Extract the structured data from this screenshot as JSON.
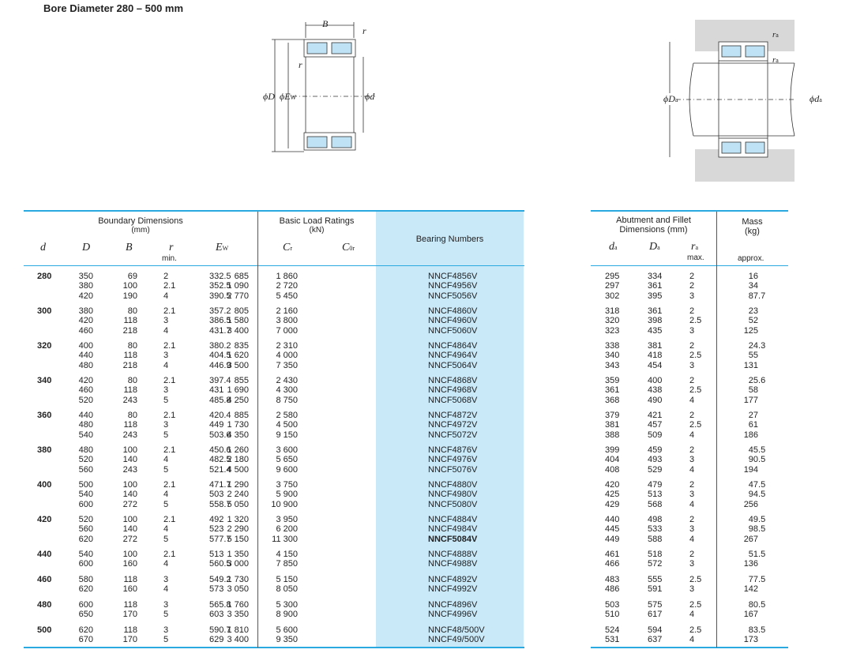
{
  "title": "Bore Diameter  280 – 500 mm",
  "diagram_left": {
    "B": "B",
    "r": "r",
    "D": "ϕD",
    "Ew": "ϕE",
    "Ew_sub": "W",
    "d": "ϕd"
  },
  "diagram_right": {
    "ra": "r",
    "ra_sub": "a",
    "Da": "ϕD",
    "Da_sub": "a",
    "da": "ϕd",
    "da_sub": "a"
  },
  "headers": {
    "boundary": "Boundary Dimensions",
    "boundary_unit": "(mm)",
    "load": "Basic Load Ratings",
    "load_unit": "(kN)",
    "bearing": "Bearing Numbers",
    "abutment": "Abutment and Fillet",
    "abutment2": "Dimensions (mm)",
    "mass": "Mass",
    "mass_unit": "(kg)",
    "d": "d",
    "D": "D",
    "B": "B",
    "r": "r",
    "min": "min.",
    "Ew": "E",
    "Ew_sub": "W",
    "Cr": "C",
    "Cr_sub": "r",
    "Cor": "C",
    "Cor_sub": "0r",
    "da": "d",
    "da_sub": "a",
    "Da": "D",
    "Da_sub": "a",
    "ra": "r",
    "ra_sub": "a",
    "max": "max.",
    "approx": "approx."
  },
  "groups": [
    {
      "d": "280",
      "rows": [
        [
          "350",
          "69",
          "2",
          "332.5",
          "685",
          "1 860",
          "NNCF4856V",
          "295",
          "334",
          "2",
          "16"
        ],
        [
          "380",
          "100",
          "2.1",
          "352.5",
          "1 090",
          "2 720",
          "NNCF4956V",
          "297",
          "361",
          "2",
          "34"
        ],
        [
          "420",
          "190",
          "4",
          "390.5",
          "2 770",
          "5 450",
          "NNCF5056V",
          "302",
          "395",
          "3",
          "87.7"
        ]
      ]
    },
    {
      "d": "300",
      "rows": [
        [
          "380",
          "80",
          "2.1",
          "357.2",
          "805",
          "2 160",
          "NNCF4860V",
          "318",
          "361",
          "2",
          "23"
        ],
        [
          "420",
          "118",
          "3",
          "386.5",
          "1 580",
          "3 800",
          "NNCF4960V",
          "320",
          "398",
          "2.5",
          "52"
        ],
        [
          "460",
          "218",
          "4",
          "431.7",
          "3 400",
          "7 000",
          "NNCF5060V",
          "323",
          "435",
          "3",
          "125"
        ]
      ]
    },
    {
      "d": "320",
      "rows": [
        [
          "400",
          "80",
          "2.1",
          "380.2",
          "835",
          "2 310",
          "NNCF4864V",
          "338",
          "381",
          "2",
          "24.3"
        ],
        [
          "440",
          "118",
          "3",
          "404.5",
          "1 620",
          "4 000",
          "NNCF4964V",
          "340",
          "418",
          "2.5",
          "55"
        ],
        [
          "480",
          "218",
          "4",
          "446.9",
          "3 500",
          "7 350",
          "NNCF5064V",
          "343",
          "454",
          "3",
          "131"
        ]
      ]
    },
    {
      "d": "340",
      "rows": [
        [
          "420",
          "80",
          "2.1",
          "397.4",
          "855",
          "2 430",
          "NNCF4868V",
          "359",
          "400",
          "2",
          "25.6"
        ],
        [
          "460",
          "118",
          "3",
          "431",
          "1 690",
          "4 300",
          "NNCF4968V",
          "361",
          "438",
          "2.5",
          "58"
        ],
        [
          "520",
          "243",
          "5",
          "485.8",
          "4 250",
          "8 750",
          "NNCF5068V",
          "368",
          "490",
          "4",
          "177"
        ]
      ]
    },
    {
      "d": "360",
      "rows": [
        [
          "440",
          "80",
          "2.1",
          "420.4",
          "885",
          "2 580",
          "NNCF4872V",
          "379",
          "421",
          "2",
          "27"
        ],
        [
          "480",
          "118",
          "3",
          "449",
          "1 730",
          "4 500",
          "NNCF4972V",
          "381",
          "457",
          "2.5",
          "61"
        ],
        [
          "540",
          "243",
          "5",
          "503.6",
          "4 350",
          "9 150",
          "NNCF5072V",
          "388",
          "509",
          "4",
          "186"
        ]
      ]
    },
    {
      "d": "380",
      "rows": [
        [
          "480",
          "100",
          "2.1",
          "450.6",
          "1 260",
          "3 600",
          "NNCF4876V",
          "399",
          "459",
          "2",
          "45.5"
        ],
        [
          "520",
          "140",
          "4",
          "482.5",
          "2 180",
          "5 650",
          "NNCF4976V",
          "404",
          "493",
          "3",
          "90.5"
        ],
        [
          "560",
          "243",
          "5",
          "521.4",
          "4 500",
          "9 600",
          "NNCF5076V",
          "408",
          "529",
          "4",
          "194"
        ]
      ]
    },
    {
      "d": "400",
      "rows": [
        [
          "500",
          "100",
          "2.1",
          "471.7",
          "1 290",
          "3 750",
          "NNCF4880V",
          "420",
          "479",
          "2",
          "47.5"
        ],
        [
          "540",
          "140",
          "4",
          "503",
          "2 240",
          "5 900",
          "NNCF4980V",
          "425",
          "513",
          "3",
          "94.5"
        ],
        [
          "600",
          "272",
          "5",
          "558.7",
          "5 050",
          "10 900",
          "NNCF5080V",
          "429",
          "568",
          "4",
          "256"
        ]
      ]
    },
    {
      "d": "420",
      "rows": [
        [
          "520",
          "100",
          "2.1",
          "492",
          "1 320",
          "3 950",
          "NNCF4884V",
          "440",
          "498",
          "2",
          "49.5"
        ],
        [
          "560",
          "140",
          "4",
          "523",
          "2 290",
          "6 200",
          "NNCF4984V",
          "445",
          "533",
          "3",
          "98.5"
        ],
        [
          "620",
          "272",
          "5",
          "577.7",
          "5 150",
          "11 300",
          "NNCF5084V",
          "449",
          "588",
          "4",
          "267"
        ]
      ],
      "bold_row": 2
    },
    {
      "d": "440",
      "rows": [
        [
          "540",
          "100",
          "2.1",
          "513",
          "1 350",
          "4 150",
          "NNCF4888V",
          "461",
          "518",
          "2",
          "51.5"
        ],
        [
          "600",
          "160",
          "4",
          "560.5",
          "3 000",
          "7 850",
          "NNCF4988V",
          "466",
          "572",
          "3",
          "136"
        ]
      ]
    },
    {
      "d": "460",
      "rows": [
        [
          "580",
          "118",
          "3",
          "549.2",
          "1 730",
          "5 150",
          "NNCF4892V",
          "483",
          "555",
          "2.5",
          "77.5"
        ],
        [
          "620",
          "160",
          "4",
          "573",
          "3 050",
          "8 050",
          "NNCF4992V",
          "486",
          "591",
          "3",
          "142"
        ]
      ]
    },
    {
      "d": "480",
      "rows": [
        [
          "600",
          "118",
          "3",
          "565.8",
          "1 760",
          "5 300",
          "NNCF4896V",
          "503",
          "575",
          "2.5",
          "80.5"
        ],
        [
          "650",
          "170",
          "5",
          "603",
          "3 350",
          "8 900",
          "NNCF4996V",
          "510",
          "617",
          "4",
          "167"
        ]
      ]
    },
    {
      "d": "500",
      "rows": [
        [
          "620",
          "118",
          "3",
          "590.7",
          "1 810",
          "5 600",
          "NNCF48/500V",
          "524",
          "594",
          "2.5",
          "83.5"
        ],
        [
          "670",
          "170",
          "5",
          "629",
          "3 400",
          "9 350",
          "NNCF49/500V",
          "531",
          "637",
          "4",
          "173"
        ]
      ]
    }
  ]
}
